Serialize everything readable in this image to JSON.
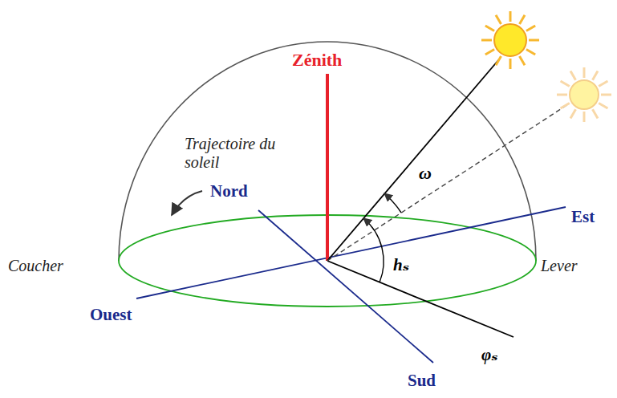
{
  "diagram": {
    "labels": [
      "Zénith",
      "Trajectoire du soleil",
      "Nord",
      "Est",
      "Coucher",
      "Lever",
      "Ouest",
      "Sud",
      "ω",
      "hₛ",
      "φₛ"
    ]
  }
}
